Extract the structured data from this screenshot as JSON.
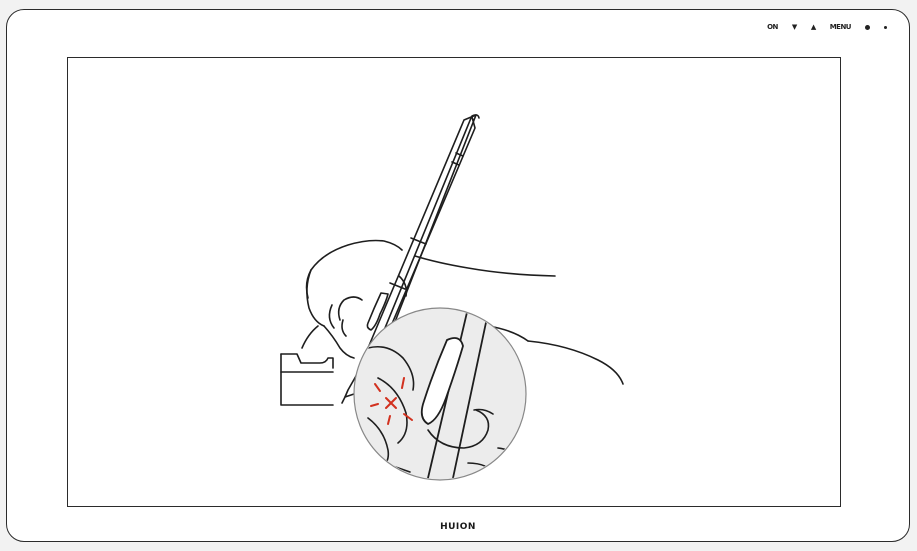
{
  "device": {
    "brand": "HUION",
    "buttons": [
      {
        "label": "ON",
        "icon": "power-icon"
      },
      {
        "label": "▼",
        "icon": "down-arrow-icon"
      },
      {
        "label": "▲",
        "icon": "up-arrow-icon"
      },
      {
        "label": "MENU",
        "icon": "menu-icon"
      },
      {
        "label": "",
        "icon": "indicator-light-icon"
      },
      {
        "label": "",
        "icon": "power-light-icon"
      }
    ]
  },
  "illustration": {
    "subject": "hand-holding-stylus-pressing-side-button",
    "highlight_color": "#d2311f",
    "line_color": "#1e1e1e",
    "zoom_circle_fill": "#ececec"
  }
}
